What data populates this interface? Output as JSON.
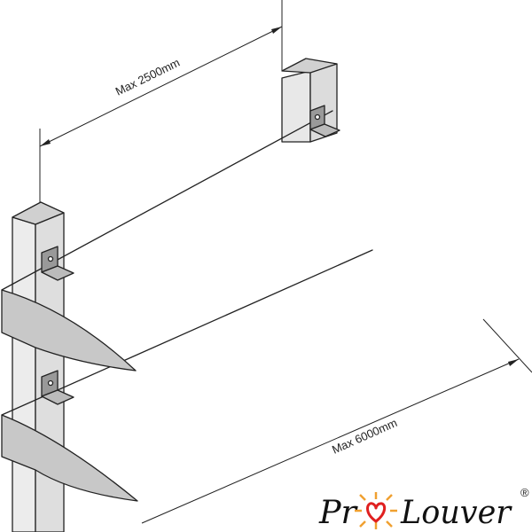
{
  "diagram": {
    "dimension_width": "Max 2500mm",
    "dimension_length": "Max 6000mm"
  },
  "logo": {
    "text_part1": "Pr",
    "text_part2": "Louver",
    "registered": "®",
    "sun_color": "#f0a030",
    "heart_color": "#e02020"
  },
  "colors": {
    "blade": "#e4e4e4",
    "blade_end": "#c8c8c8",
    "post": "#e8e8e8",
    "bracket": "#999999",
    "line": "#222222"
  }
}
